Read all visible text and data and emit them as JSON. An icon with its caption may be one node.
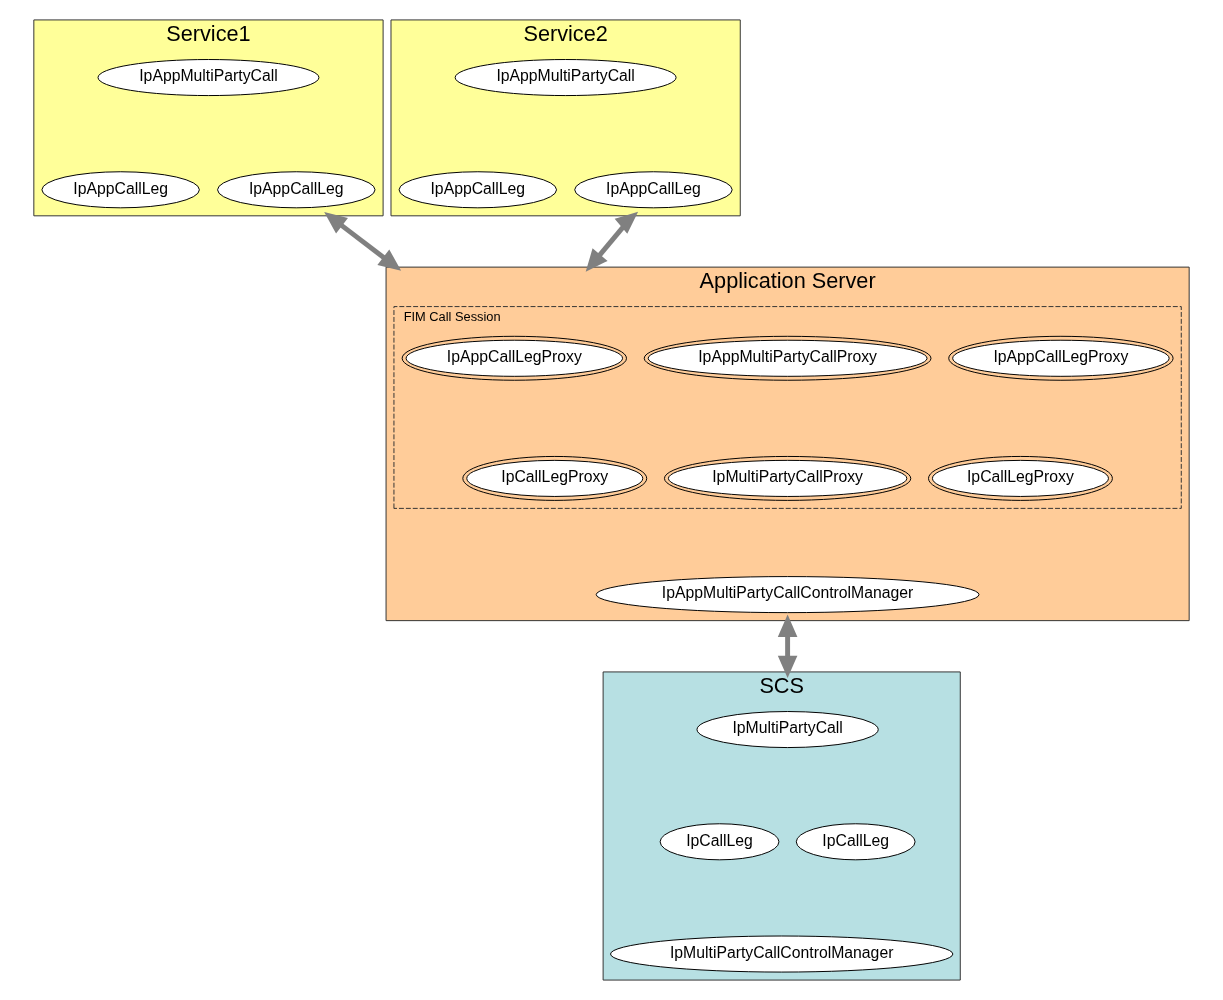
{
  "diagram": {
    "nodes": [
      {
        "text": [
          "Service1"
        ]
      },
      {
        "text": [
          "IpAppMultiPartyCall"
        ],
        "in": 0
      },
      {
        "text": [
          "IpAppCallLeg"
        ],
        "in": 0
      },
      {
        "text": [
          "IpAppCallLeg"
        ],
        "in": 0
      },
      {
        "text": [
          "Service2"
        ]
      },
      {
        "text": [
          "IpAppMultiPartyCall"
        ],
        "in": 4
      },
      {
        "text": [
          "IpAppCallLeg"
        ],
        "in": 4
      },
      {
        "text": [
          "IpAppCallLeg"
        ],
        "in": 4
      },
      {
        "text": [
          "Application Server"
        ]
      },
      {
        "text": [
          "FIM Call Session"
        ],
        "in": 8
      },
      {
        "text": [
          "IpAppCallLegProxy"
        ],
        "in": 9
      },
      {
        "text": [
          "IpAppMultiPartyCallProxy"
        ],
        "in": 9
      },
      {
        "text": [
          "IpAppCallLegProxy"
        ],
        "in": 9
      },
      {
        "text": [
          "IpCallLegProxy"
        ],
        "in": 9
      },
      {
        "text": [
          "IpMultiPartyCallProxy"
        ],
        "in": 9
      },
      {
        "text": [
          "IpCallLegProxy"
        ],
        "in": 9
      },
      {
        "text": [
          "IpAppMultiPartyCallControlManager"
        ],
        "in": 8
      },
      {
        "text": [
          "SCS"
        ]
      },
      {
        "text": [
          "IpMultiPartyCall"
        ],
        "in": 17
      },
      {
        "text": [
          "IpCallLeg"
        ],
        "in": 17
      },
      {
        "text": [
          "IpCallLeg"
        ],
        "in": 17
      },
      {
        "text": [
          "IpMultiPartyCallControlManager"
        ],
        "in": 17
      }
    ],
    "edges": [
      {
        "from": 0,
        "to": 8,
        "arrow": "both"
      },
      {
        "from": 4,
        "to": 8,
        "arrow": "both"
      },
      {
        "from": 8,
        "to": 17,
        "arrow": "both"
      }
    ]
  }
}
